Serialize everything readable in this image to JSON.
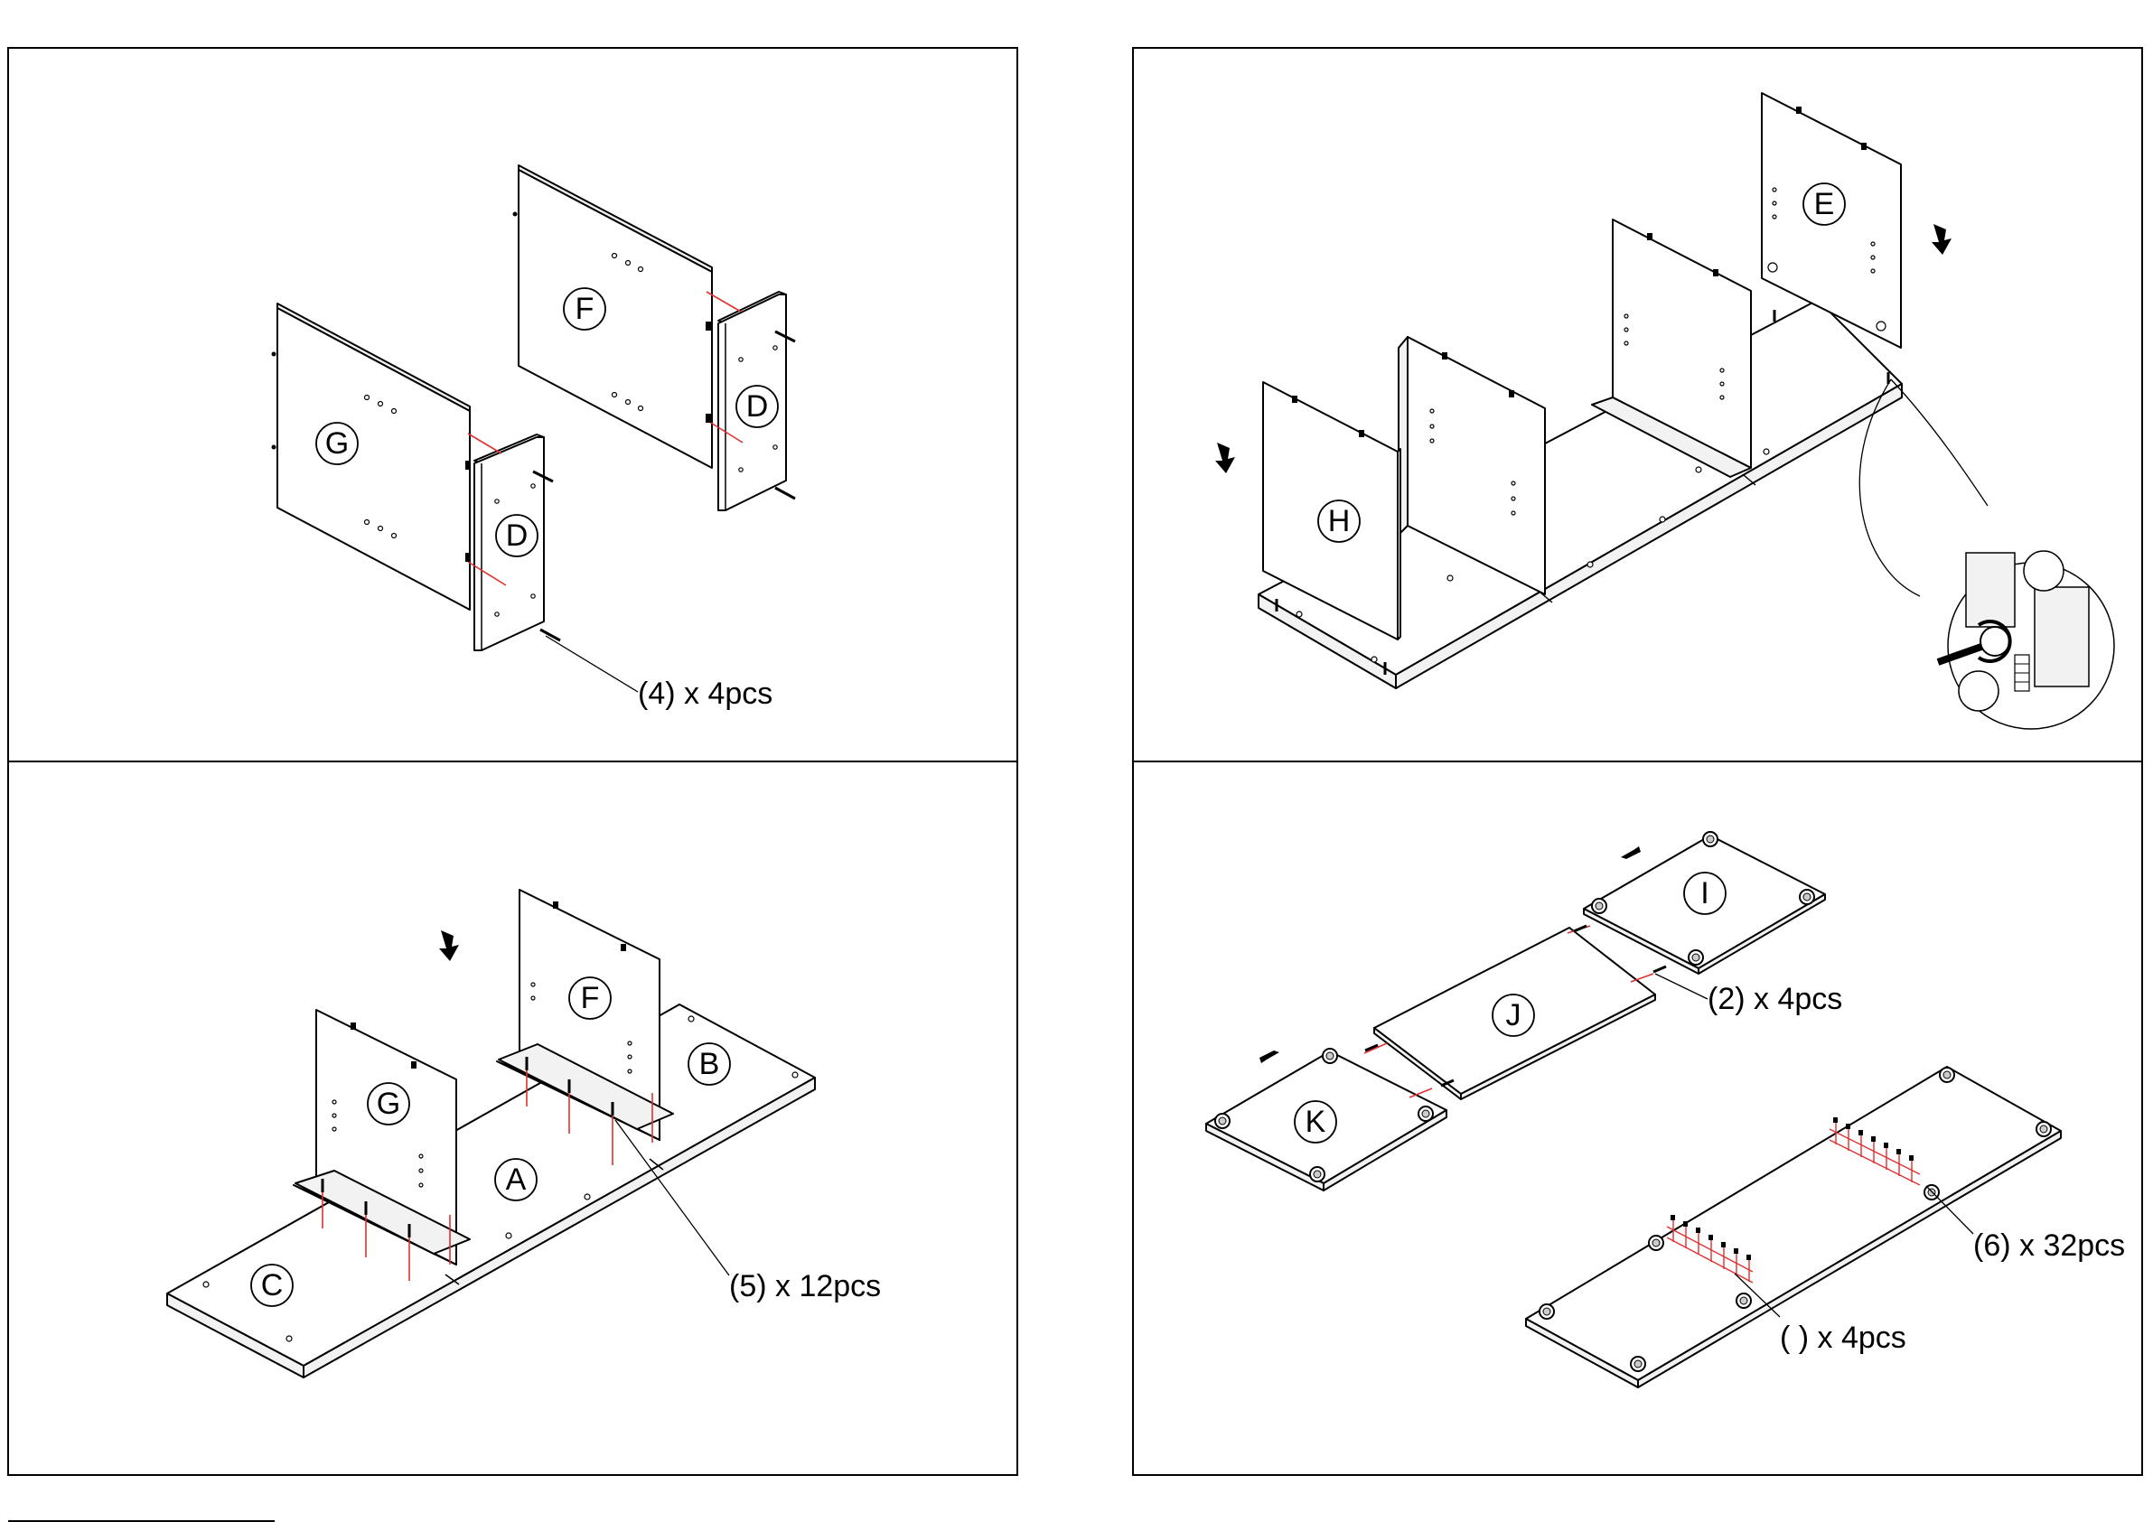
{
  "steps": [
    {
      "id": "step-top-left",
      "parts": [
        "G",
        "F",
        "D",
        "D"
      ],
      "callouts": [
        {
          "text": "(4) x 4pcs"
        }
      ]
    },
    {
      "id": "step-top-right",
      "parts": [
        "E",
        "H"
      ],
      "callouts": []
    },
    {
      "id": "step-bottom-left",
      "parts": [
        "G",
        "F",
        "A",
        "B",
        "C"
      ],
      "callouts": [
        {
          "text": "(5) x 12pcs"
        }
      ]
    },
    {
      "id": "step-bottom-right",
      "parts": [
        "I",
        "J",
        "K"
      ],
      "callouts": [
        {
          "text": "(2) x 4pcs"
        },
        {
          "text": "(6) x 32pcs"
        },
        {
          "text": "(   ) x 4pcs"
        }
      ]
    }
  ]
}
